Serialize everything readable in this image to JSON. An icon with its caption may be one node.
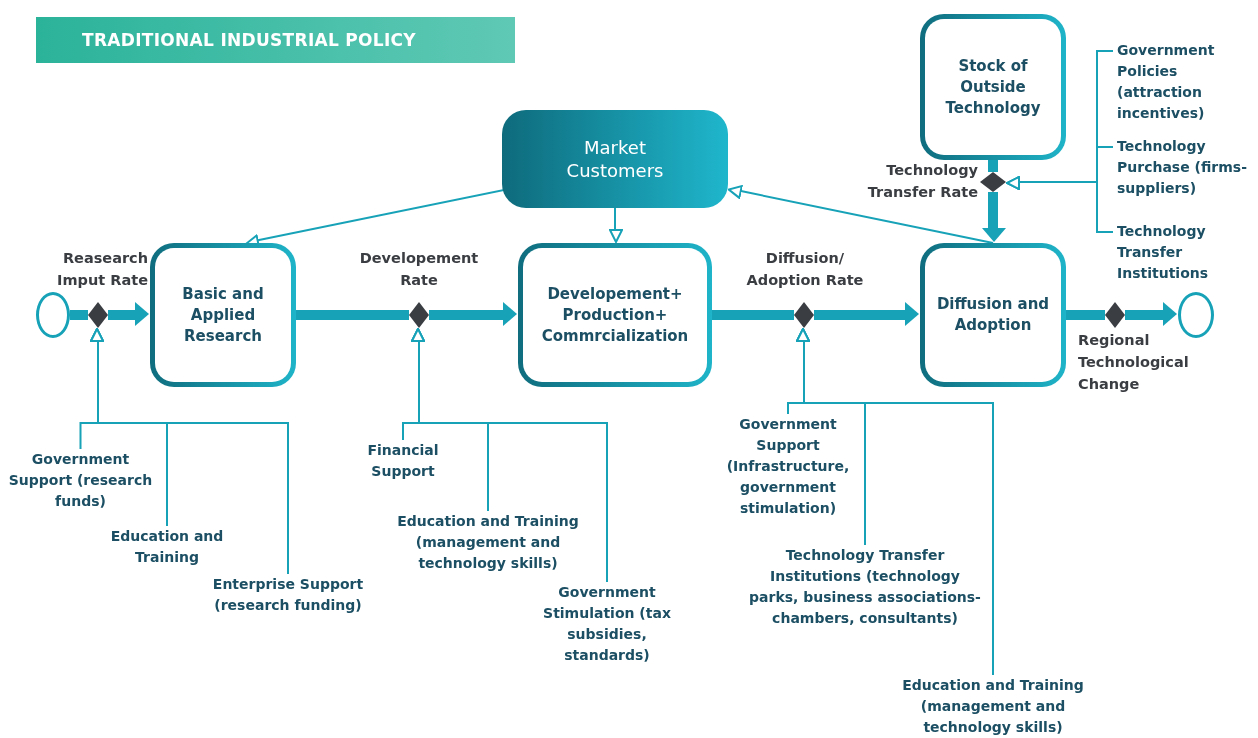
{
  "diagram": {
    "title": "TRADITIONAL INDUSTRIAL POLICY",
    "nodes": [
      {
        "text": [],
        "shape": "circle"
      },
      {
        "text": [
          "Basic and Applied Research"
        ]
      },
      {
        "text": [
          "Developement+ Production+ Commrcialization"
        ]
      },
      {
        "text": [
          "Diffusion and Adoption"
        ]
      },
      {
        "text": [],
        "shape": "circle"
      },
      {
        "text": [
          "Market Customers"
        ]
      },
      {
        "text": [
          "Stock of Outside Technology"
        ]
      },
      {
        "text": [],
        "shape": "diamond"
      },
      {
        "text": [],
        "shape": "diamond",
        "beside": [
          "Developement Rate"
        ]
      },
      {
        "text": [],
        "shape": "diamond",
        "beside": [
          "Diffusion/ Adoption Rate"
        ]
      },
      {
        "text": [],
        "shape": "diamond",
        "beside": [
          "Regional Technological Change"
        ]
      },
      {
        "text": [],
        "shape": "diamond",
        "beside": [
          "Technology Transfer Rate"
        ]
      },
      {
        "text": [
          "Government Support (research funds)"
        ]
      },
      {
        "text": [
          "Education and Training"
        ]
      },
      {
        "text": [
          "Enterprise Support (research funding)"
        ]
      },
      {
        "text": [
          "Financial Support"
        ]
      },
      {
        "text": [
          "Education and Training (management and technology skills)"
        ]
      },
      {
        "text": [
          "Government Stimulation (tax subsidies, standards)"
        ]
      },
      {
        "text": [
          "Government Support (Infrastructure, government stimulation)"
        ]
      },
      {
        "text": [
          "Technology Transfer Institutions (technology parks, business associations-chambers, consultants)"
        ]
      },
      {
        "text": [
          "Education and Training (management and technology skills)"
        ]
      },
      {
        "text": [
          "Government Policies (attraction incentives)"
        ]
      },
      {
        "text": [
          "Technology Purchase (firms-suppliers)"
        ]
      },
      {
        "text": [
          "Technology Transfer Institutions"
        ]
      }
    ],
    "edges": [
      {
        "from": 0,
        "to": 7,
        "arrow": "none",
        "style": "thick"
      },
      {
        "from": 7,
        "to": 1,
        "arrow": "to",
        "style": "thick"
      },
      {
        "from": 1,
        "to": 8,
        "arrow": "none",
        "style": "thick"
      },
      {
        "from": 8,
        "to": 2,
        "arrow": "to",
        "style": "thick"
      },
      {
        "from": 2,
        "to": 9,
        "arrow": "none",
        "style": "thick"
      },
      {
        "from": 9,
        "to": 3,
        "arrow": "to",
        "style": "thick"
      },
      {
        "from": 3,
        "to": 10,
        "arrow": "none",
        "style": "thick"
      },
      {
        "from": 10,
        "to": 4,
        "arrow": "to",
        "style": "thick"
      },
      {
        "from": 6,
        "to": 11,
        "arrow": "none",
        "style": "thick"
      },
      {
        "from": 11,
        "to": 3,
        "arrow": "to",
        "style": "thick"
      },
      {
        "from": 5,
        "to": 1,
        "arrow": "to"
      },
      {
        "from": 5,
        "to": 2,
        "arrow": "to"
      },
      {
        "from": 3,
        "to": 5,
        "arrow": "to"
      },
      {
        "from": 12,
        "to": 7,
        "arrow": "to"
      },
      {
        "from": 13,
        "to": 7,
        "arrow": "to"
      },
      {
        "from": 14,
        "to": 7,
        "arrow": "to"
      },
      {
        "from": 15,
        "to": 8,
        "arrow": "to"
      },
      {
        "from": 16,
        "to": 8,
        "arrow": "to"
      },
      {
        "from": 17,
        "to": 8,
        "arrow": "to"
      },
      {
        "from": 18,
        "to": 9,
        "arrow": "to"
      },
      {
        "from": 19,
        "to": 9,
        "arrow": "to"
      },
      {
        "from": 20,
        "to": 9,
        "arrow": "to"
      },
      {
        "from": 21,
        "to": 11,
        "arrow": "to"
      },
      {
        "from": 22,
        "to": 11,
        "arrow": "to"
      },
      {
        "from": 23,
        "to": 11,
        "arrow": "to"
      }
    ],
    "labels": [
      "Reasearch Imput Rate"
    ]
  }
}
